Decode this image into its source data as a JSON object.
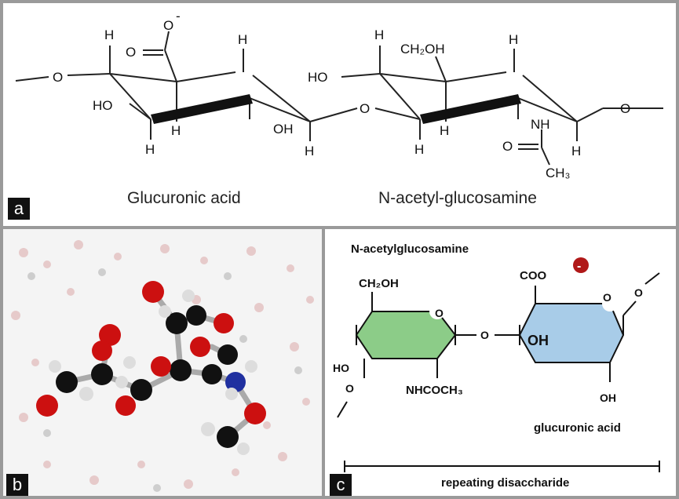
{
  "panel_a": {
    "label": "a",
    "atoms": {
      "h1": "H",
      "o_minus": "O",
      "minus_sign": "-",
      "o_dbl": "O",
      "h2": "H",
      "o_left": "O",
      "ho_left": "HO",
      "h3": "H",
      "h4": "H",
      "oh_mid": "OH",
      "h5": "H",
      "o_bridge": "O",
      "ho_right": "HO",
      "h6": "H",
      "ch2oh": "CH₂OH",
      "h7": "H",
      "h8": "H",
      "h9": "H",
      "nh": "NH",
      "o_acetyl": "O",
      "h10": "H",
      "ch3": "CH₃",
      "o_right": "O"
    },
    "caption_left": "Glucuronic acid",
    "caption_right": "N-acetyl-glucosamine"
  },
  "panel_b": {
    "label": "b"
  },
  "panel_c": {
    "label": "c",
    "title": "N-acetylglucosamine",
    "ch2oh": "CH₂OH",
    "ring_o_left": "O",
    "link_o": "O",
    "ho": "HO",
    "nhcoch3": "NHCOCH₃",
    "coo": "COO",
    "minus": "-",
    "ring_o_right": "O",
    "o_end": "O",
    "oh_ring": "OH",
    "oh_bottom": "OH",
    "glucuronic": "glucuronic acid",
    "repeating": "repeating disaccharide"
  },
  "colors": {
    "green_ring": "#8ccc88",
    "blue_ring": "#a8cce8",
    "charge": "#b01818",
    "carbon": "#111111",
    "oxygen": "#cc1010",
    "nitrogen": "#2030a0"
  }
}
